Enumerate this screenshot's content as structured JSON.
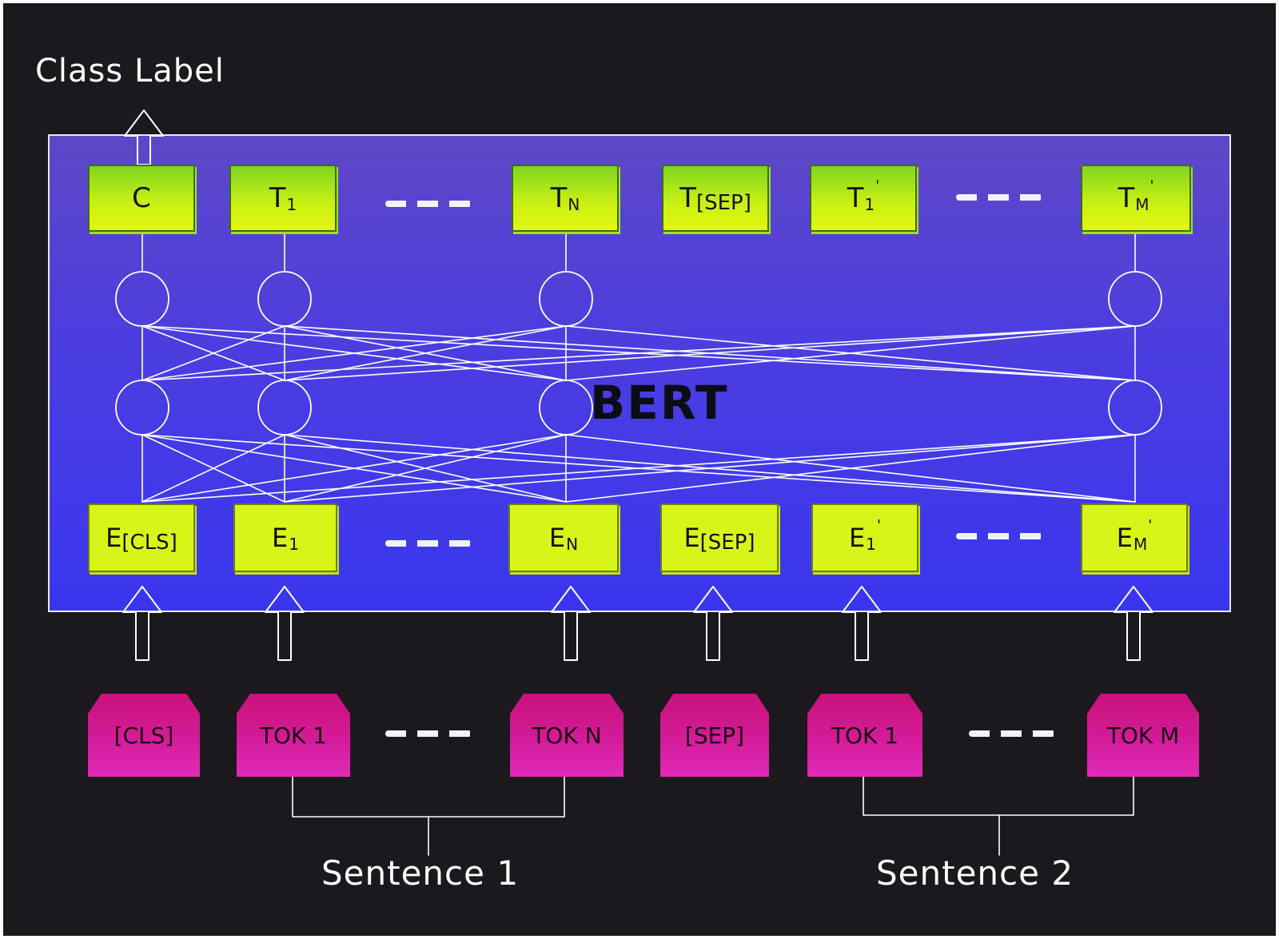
{
  "labels": {
    "class_label": "Class Label",
    "model_name": "BERT",
    "sentence_1": "Sentence 1",
    "sentence_2": "Sentence 2"
  },
  "outputs": [
    {
      "id": "C",
      "main": "C",
      "sub": "",
      "prime": ""
    },
    {
      "id": "T1",
      "main": "T",
      "sub": "1",
      "prime": ""
    },
    {
      "id": "TN",
      "main": "T",
      "sub": "N",
      "prime": ""
    },
    {
      "id": "TSEP",
      "main": "T",
      "sub": "[SEP]",
      "prime": ""
    },
    {
      "id": "T1p",
      "main": "T",
      "sub": "1",
      "prime": "'"
    },
    {
      "id": "TMp",
      "main": "T",
      "sub": "M",
      "prime": "'"
    }
  ],
  "embeddings": [
    {
      "id": "ECLS",
      "main": "E",
      "sub": "[CLS]",
      "prime": ""
    },
    {
      "id": "E1",
      "main": "E",
      "sub": "1",
      "prime": ""
    },
    {
      "id": "EN",
      "main": "E",
      "sub": "N",
      "prime": ""
    },
    {
      "id": "ESEP",
      "main": "E",
      "sub": "[SEP]",
      "prime": ""
    },
    {
      "id": "E1p",
      "main": "E",
      "sub": "1",
      "prime": "'"
    },
    {
      "id": "EMp",
      "main": "E",
      "sub": "M",
      "prime": "'"
    }
  ],
  "tokens": [
    "[CLS]",
    "TOK 1",
    "TOK N",
    "[SEP]",
    "TOK 1",
    "TOK M"
  ],
  "colors": {
    "board": "#1b181e",
    "bert_box_top": "#5e47c6",
    "bert_box_bottom": "#3a36ee",
    "output_box": "#c7ef14",
    "embedding_box": "#d8f51a",
    "token_box": "#d41b99",
    "wire": "#ffffff"
  }
}
